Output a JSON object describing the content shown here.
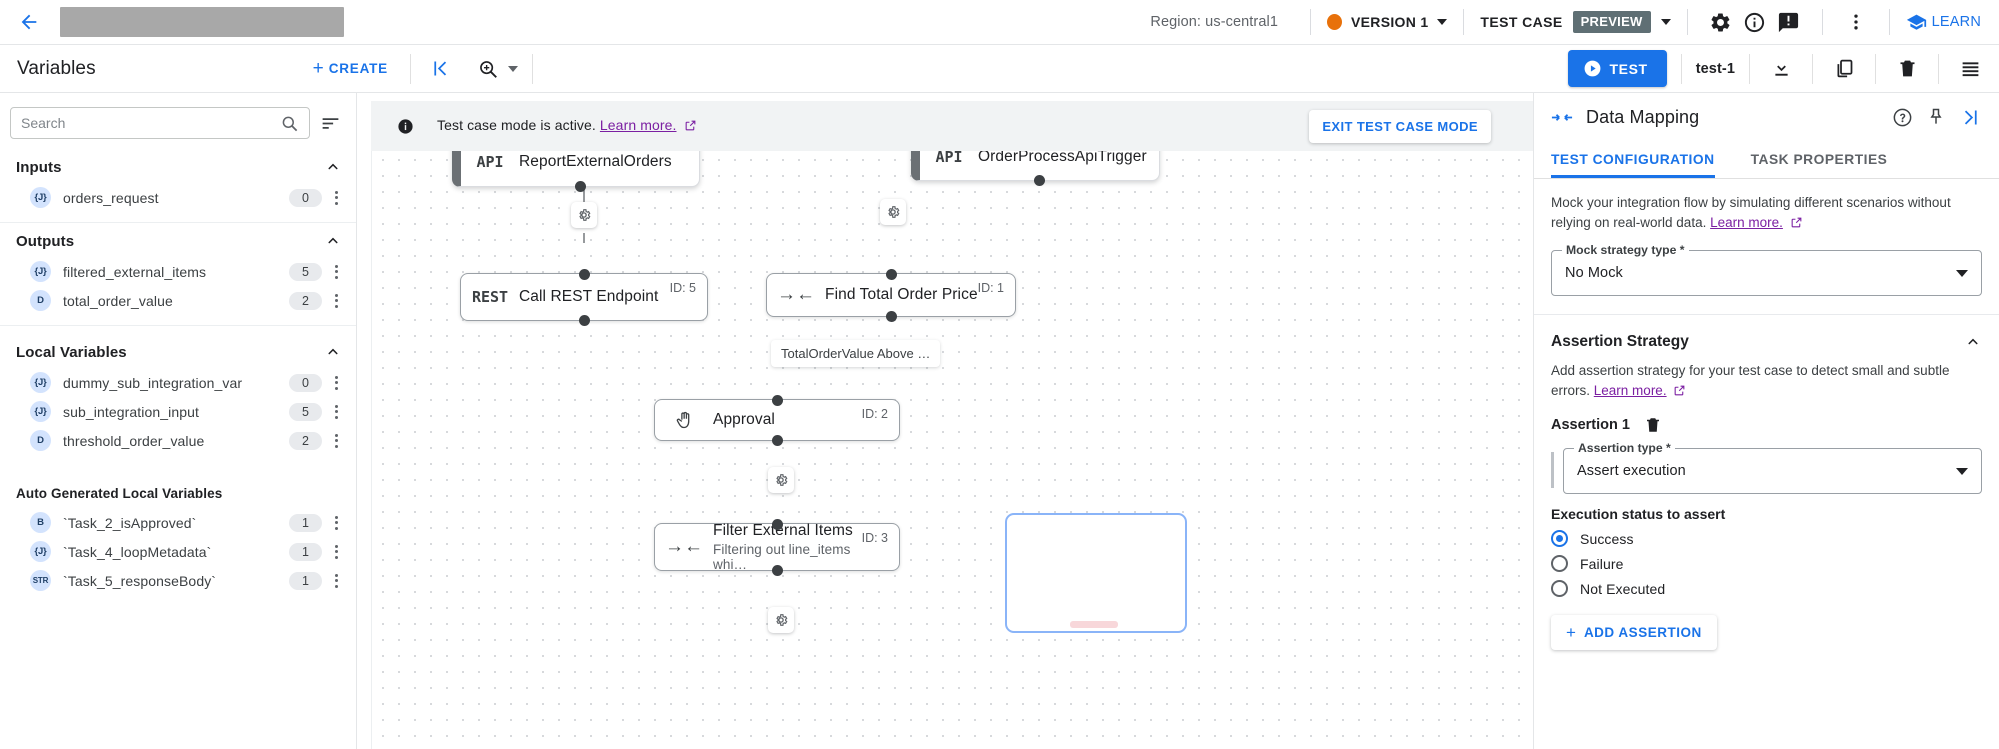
{
  "header": {
    "back_icon": "back-arrow-icon",
    "title_redacted": "",
    "region": "Region: us-central1",
    "version": "VERSION 1",
    "test_case_label": "TEST CASE",
    "preview_badge": "PREVIEW",
    "icons": [
      "gear-icon",
      "info-icon",
      "feedback-icon",
      "more-vert-icon"
    ],
    "learn": "LEARN"
  },
  "toolbar": {
    "panel_title": "Variables",
    "create_label": "CREATE",
    "collapse_icon": "collapse-panel-icon",
    "zoom_icon": "zoom-in-icon",
    "test_label": "TEST",
    "test_case_name": "test-1",
    "download_icon": "download-icon",
    "copy_icon": "copy-icon",
    "delete_icon": "delete-icon",
    "list_icon": "list-icon"
  },
  "variables": {
    "search_placeholder": "Search",
    "search_value": "",
    "sort_icon": "sort-icon",
    "sections": [
      {
        "title": "Inputs",
        "items": [
          {
            "type": "{J}",
            "name": "orders_request",
            "count": "0"
          }
        ]
      },
      {
        "title": "Outputs",
        "items": [
          {
            "type": "{J}",
            "name": "filtered_external_items",
            "count": "5"
          },
          {
            "type": "D",
            "name": "total_order_value",
            "count": "2"
          }
        ]
      },
      {
        "title": "Local Variables",
        "items": [
          {
            "type": "{J}",
            "name": "dummy_sub_integration_var",
            "count": "0"
          },
          {
            "type": "{J}",
            "name": "sub_integration_input",
            "count": "5"
          },
          {
            "type": "D",
            "name": "threshold_order_value",
            "count": "2"
          }
        ]
      },
      {
        "title": "Auto Generated Local Variables",
        "items": [
          {
            "type": "B",
            "name": "`Task_2_isApproved`",
            "count": "1"
          },
          {
            "type": "{J}",
            "name": "`Task_4_loopMetadata`",
            "count": "1"
          },
          {
            "type": "STR",
            "name": "`Task_5_responseBody`",
            "count": "1"
          }
        ]
      }
    ]
  },
  "canvas": {
    "banner_text": "Test case mode is active.",
    "banner_link": "Learn more.",
    "exit_button": "EXIT TEST CASE MODE",
    "nodes": [
      {
        "kind": "trigger",
        "icon": "API",
        "title": "ReportExternalOrders",
        "subtitle": "",
        "id": ""
      },
      {
        "kind": "trigger",
        "icon": "API",
        "title": "OrderProcessApiTrigger",
        "subtitle": "",
        "id": ""
      },
      {
        "kind": "task",
        "icon": "REST",
        "title": "Call REST Endpoint",
        "subtitle": "",
        "id": "ID: 5"
      },
      {
        "kind": "task",
        "icon": "→←",
        "title": "Find Total Order Price",
        "subtitle": "",
        "id": "ID: 1"
      },
      {
        "kind": "task",
        "icon": "hand",
        "title": "Approval",
        "subtitle": "",
        "id": "ID: 2"
      },
      {
        "kind": "task",
        "icon": "→←",
        "title": "Filter External Items",
        "subtitle": "Filtering out line_items whi…",
        "id": "ID: 3"
      }
    ],
    "edge_label": "TotalOrderValue Above …"
  },
  "right_panel": {
    "title": "Data Mapping",
    "header_icons": [
      "help-icon",
      "pin-icon",
      "expand-panel-icon"
    ],
    "tabs": [
      {
        "label": "TEST CONFIGURATION",
        "active": true
      },
      {
        "label": "TASK PROPERTIES",
        "active": false
      }
    ],
    "mock": {
      "description": "Mock your integration flow by simulating different scenarios without relying on real-world data.",
      "link": "Learn more.",
      "field_label": "Mock strategy type *",
      "field_value": "No Mock"
    },
    "assertion": {
      "section_title": "Assertion Strategy",
      "description": "Add assertion strategy for your test case to detect small and subtle errors.",
      "link": "Learn more.",
      "item_label": "Assertion 1",
      "delete_icon": "delete-icon",
      "type_label": "Assertion type *",
      "type_value": "Assert execution",
      "status_label": "Execution status to assert",
      "options": [
        {
          "label": "Success",
          "selected": true
        },
        {
          "label": "Failure",
          "selected": false
        },
        {
          "label": "Not Executed",
          "selected": false
        }
      ],
      "add_label": "ADD ASSERTION"
    }
  },
  "colors": {
    "accent": "#1a73e8",
    "purple_link": "#7b1fa2",
    "version_dot": "#e8710a",
    "preview_chip": "#5f6f74"
  }
}
